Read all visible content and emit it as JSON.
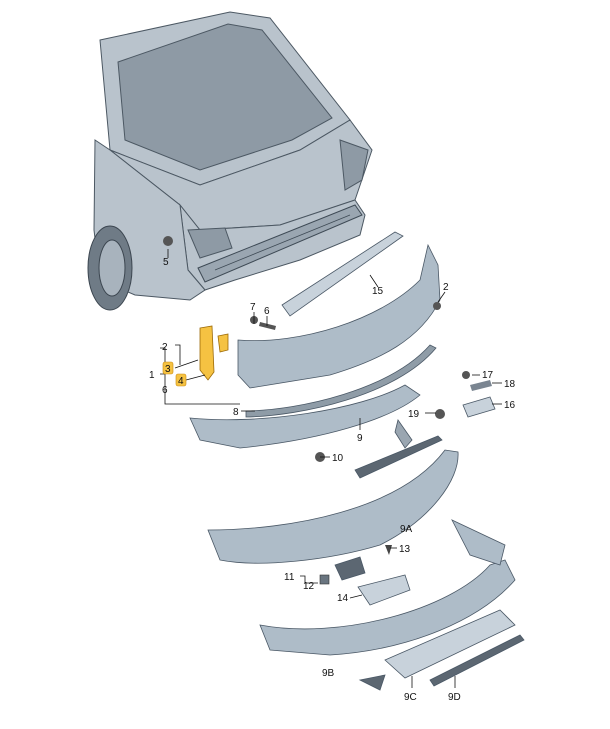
{
  "diagram": {
    "callouts": [
      {
        "id": "c5",
        "text": "5"
      },
      {
        "id": "c15",
        "text": "15"
      },
      {
        "id": "c2r",
        "text": "2"
      },
      {
        "id": "c7",
        "text": "7"
      },
      {
        "id": "c6r",
        "text": "6"
      },
      {
        "id": "c2l",
        "text": "2"
      },
      {
        "id": "c1",
        "text": "1"
      },
      {
        "id": "c3",
        "text": "3",
        "highlighted": true
      },
      {
        "id": "c4",
        "text": "4",
        "highlighted": true
      },
      {
        "id": "c6l",
        "text": "6"
      },
      {
        "id": "c17",
        "text": "17"
      },
      {
        "id": "c18",
        "text": "18"
      },
      {
        "id": "c16",
        "text": "16"
      },
      {
        "id": "c19",
        "text": "19"
      },
      {
        "id": "c8",
        "text": "8"
      },
      {
        "id": "c9",
        "text": "9"
      },
      {
        "id": "c10",
        "text": "10"
      },
      {
        "id": "c9a",
        "text": "9A"
      },
      {
        "id": "c13",
        "text": "13"
      },
      {
        "id": "c11",
        "text": "11"
      },
      {
        "id": "c12",
        "text": "12"
      },
      {
        "id": "c14",
        "text": "14"
      },
      {
        "id": "c9b",
        "text": "9B"
      },
      {
        "id": "c9c",
        "text": "9C"
      },
      {
        "id": "c9d",
        "text": "9D"
      }
    ],
    "colors": {
      "part_fill": "#aebcc8",
      "car_body": "#b9c3cc",
      "highlight": "#f5c242",
      "callout_text": "#111111"
    }
  }
}
